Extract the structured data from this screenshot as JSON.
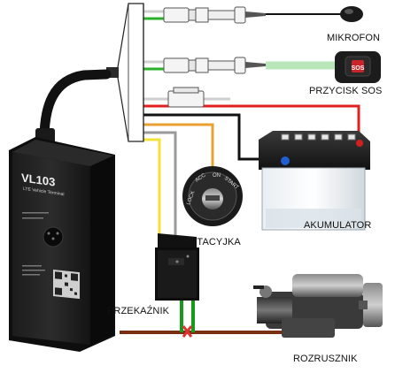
{
  "labels": {
    "mikrofon": "MIKROFON",
    "sos": "PRZYCISK SOS",
    "akumulator": "AKUMULATOR",
    "stacyjka": "STACYJKA",
    "przekaznik": "PRZEKAŹNIK",
    "rozrusznik": "ROZRUSZNIK"
  },
  "device": {
    "model": "VL103",
    "subtitle": "LTE Vehicle Terminal"
  },
  "ignition": {
    "lock": "LOCK",
    "acc": "ACC",
    "on": "ON",
    "start": "START"
  },
  "wire_colors": {
    "battery_positive": "#e02020",
    "ground": "#111111",
    "ignition_acc": "#e8a030",
    "relay_coil": "#f2e23a",
    "relay_control": "#9a9a9a",
    "microphone": "#2ab02a",
    "sos": "#a8e0a8",
    "starter_line": "#7a3010",
    "relay_bridge": "#1a9a1a",
    "cut_mark": "#e03030"
  }
}
